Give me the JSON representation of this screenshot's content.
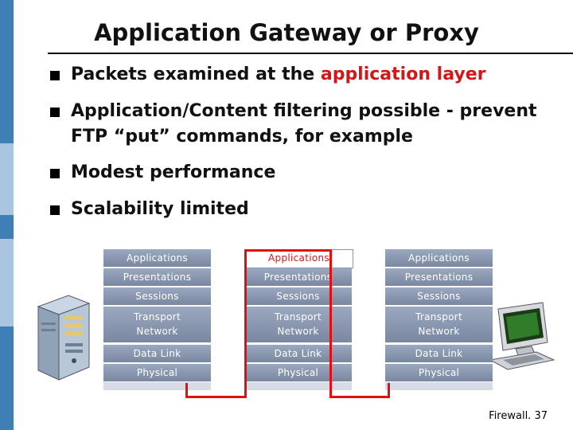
{
  "slide": {
    "title": "Application Gateway or Proxy",
    "bullets": [
      {
        "pre": "Packets examined at the ",
        "highlight": "application layer"
      },
      {
        "pre": "Application/Content filtering possible - prevent FTP “put” commands, for example",
        "highlight": ""
      },
      {
        "pre": "Modest performance",
        "highlight": ""
      },
      {
        "pre": "Scalability limited",
        "highlight": ""
      }
    ],
    "footer": "Firewall. 37"
  },
  "stacks": [
    {
      "applications": "Applications",
      "presentations": "Presentations",
      "sessions": "Sessions",
      "transport": "Transport",
      "network": "Network",
      "data_link": "Data Link",
      "physical": "Physical"
    },
    {
      "applications": "Applications",
      "presentations": "Presentations",
      "sessions": "Sessions",
      "transport": "Transport",
      "network": "Network",
      "data_link": "Data Link",
      "physical": "Physical"
    },
    {
      "applications": "Applications",
      "presentations": "Presentations",
      "sessions": "Sessions",
      "transport": "Transport",
      "network": "Network",
      "data_link": "Data Link",
      "physical": "Physical"
    }
  ],
  "colors": {
    "accent": "#d01818",
    "wire": "#e01010",
    "sidebar": "#3f7fb6"
  },
  "icons": {
    "left": "server-tower-icon",
    "right": "desktop-computer-icon"
  }
}
